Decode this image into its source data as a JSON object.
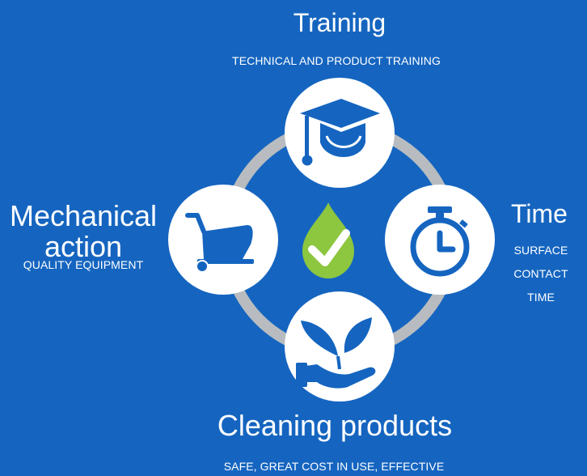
{
  "colors": {
    "background": "#1565c0",
    "ring": "#b8bcc0",
    "circle_fill": "#ffffff",
    "icon": "#1565c0",
    "drop": "#8dc63f",
    "check": "#ffffff",
    "text": "#ffffff"
  },
  "center": {
    "icon": "green-drop-checkmark-icon"
  },
  "nodes": [
    {
      "id": "training",
      "icon": "graduation-cap-icon",
      "title": "Training",
      "caption": "TECHNICAL AND PRODUCT TRAINING"
    },
    {
      "id": "time",
      "icon": "stopwatch-icon",
      "title": "Time",
      "caption_lines": [
        "SURFACE",
        "CONTACT",
        "TIME"
      ]
    },
    {
      "id": "cleaning-products",
      "icon": "hand-leaves-icon",
      "title": "Cleaning products",
      "caption": "SAFE, GREAT COST IN USE, EFFECTIVE"
    },
    {
      "id": "mechanical-action",
      "icon": "floor-scrubber-cart-icon",
      "title_lines": [
        "Mechanical",
        "action"
      ],
      "caption": "QUALITY EQUIPMENT"
    }
  ]
}
